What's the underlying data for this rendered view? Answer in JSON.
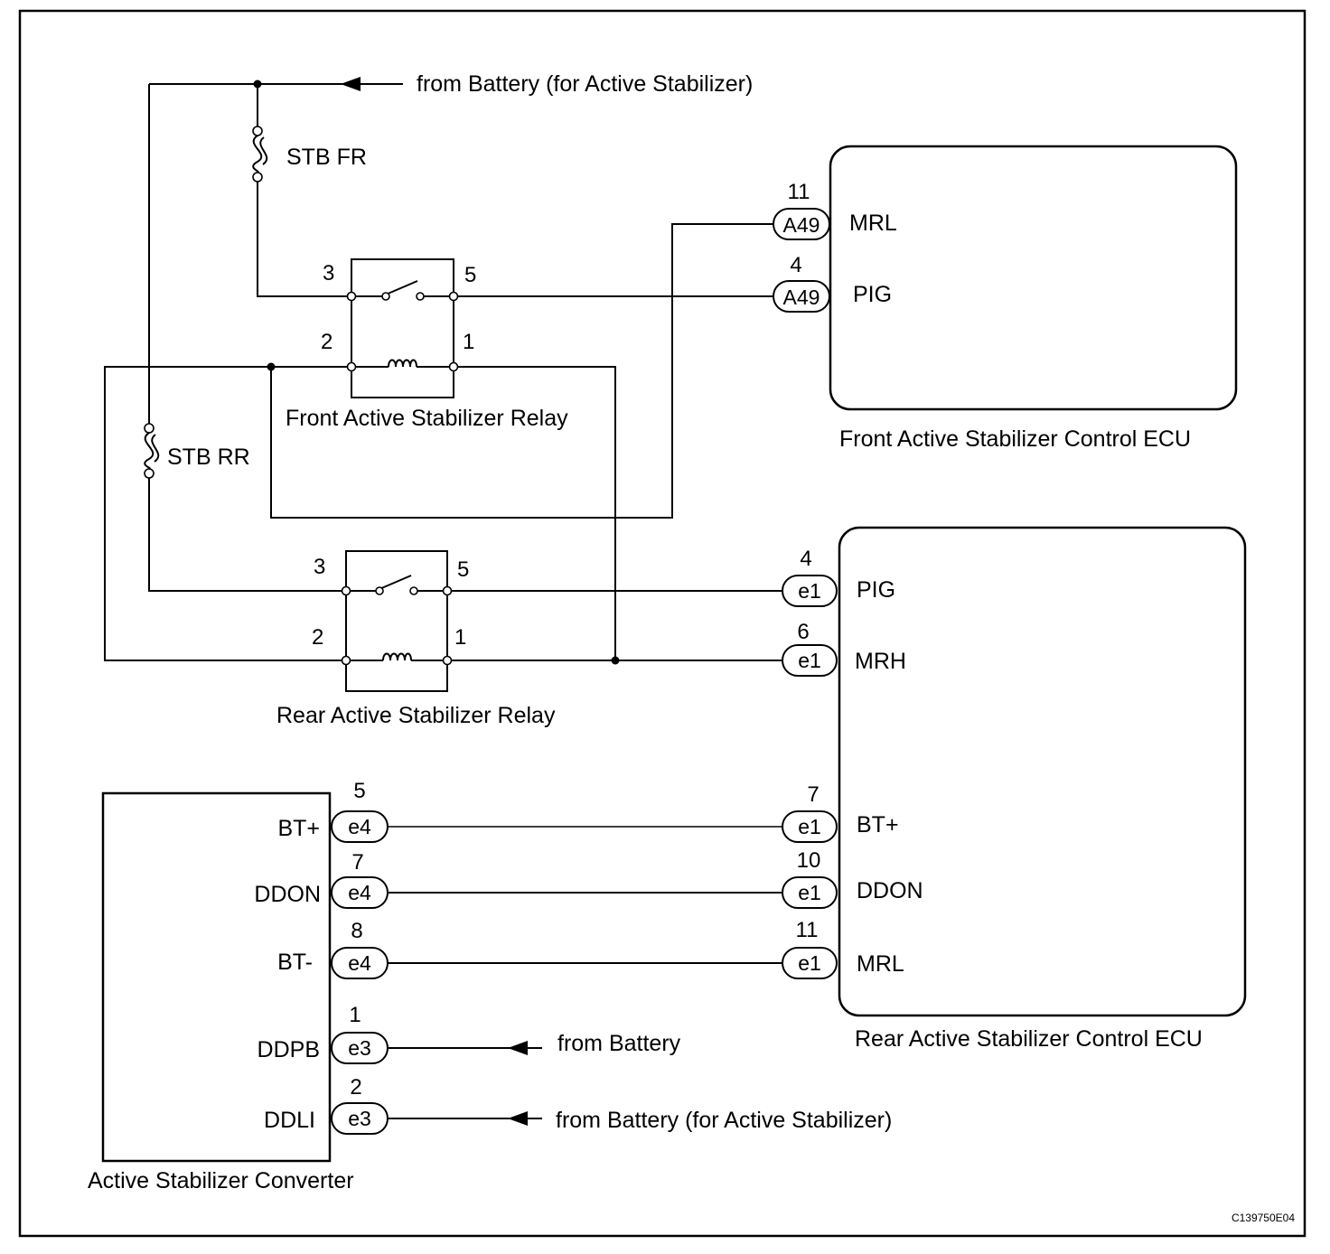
{
  "sources": {
    "battery_top": "from Battery (for Active Stabilizer)",
    "battery_ddpb": "from Battery",
    "battery_ddli": "from Battery (for Active Stabilizer)"
  },
  "fuses": {
    "front": "STB FR",
    "rear": "STB RR"
  },
  "relays": {
    "front": {
      "label": "Front Active Stabilizer Relay",
      "pins": [
        "3",
        "5",
        "2",
        "1"
      ]
    },
    "rear": {
      "label": "Rear Active Stabilizer Relay",
      "pins": [
        "3",
        "5",
        "2",
        "1"
      ]
    }
  },
  "front_ecu": {
    "label": "Front Active Stabilizer Control ECU",
    "terminals": [
      {
        "pin": "11",
        "connector": "A49",
        "name": "MRL"
      },
      {
        "pin": "4",
        "connector": "A49",
        "name": "PIG"
      }
    ]
  },
  "rear_ecu": {
    "label": "Rear Active Stabilizer Control ECU",
    "terminals": [
      {
        "pin": "4",
        "connector": "e1",
        "name": "PIG"
      },
      {
        "pin": "6",
        "connector": "e1",
        "name": "MRH"
      },
      {
        "pin": "7",
        "connector": "e1",
        "name": "BT+"
      },
      {
        "pin": "10",
        "connector": "e1",
        "name": "DDON"
      },
      {
        "pin": "11",
        "connector": "e1",
        "name": "MRL"
      }
    ]
  },
  "converter": {
    "label": "Active Stabilizer Converter",
    "terminals": [
      {
        "pin": "5",
        "connector": "e4",
        "name": "BT+"
      },
      {
        "pin": "7",
        "connector": "e4",
        "name": "DDON"
      },
      {
        "pin": "8",
        "connector": "e4",
        "name": "BT-"
      },
      {
        "pin": "1",
        "connector": "e3",
        "name": "DDPB"
      },
      {
        "pin": "2",
        "connector": "e3",
        "name": "DDLI"
      }
    ]
  },
  "figure_code": "C139750E04"
}
